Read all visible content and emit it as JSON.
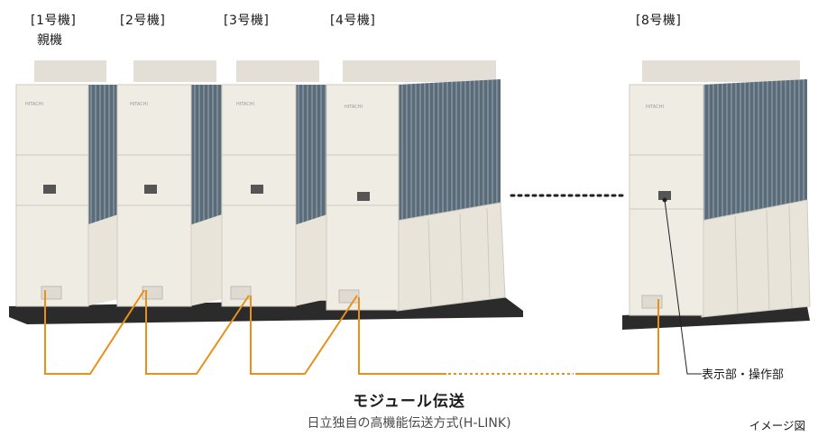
{
  "units": [
    {
      "label": "[1号機]",
      "sublabel": "親機"
    },
    {
      "label": "[2号機]",
      "sublabel": ""
    },
    {
      "label": "[3号機]",
      "sublabel": ""
    },
    {
      "label": "[4号機]",
      "sublabel": ""
    },
    {
      "label": "[8号機]",
      "sublabel": ""
    }
  ],
  "brand": "HITACHI",
  "ellipsis": "……………",
  "callout_label": "表示部・操作部",
  "title": "モジュール伝送",
  "subtitle": "日立独自の高機能伝送方式(H-LINK)",
  "image_note": "イメージ図",
  "colors": {
    "wire": "#e8901a",
    "cabinet": "#efece4",
    "coil": "#5f7180",
    "base": "#2b2b2b",
    "top": "#e3dfd6"
  }
}
